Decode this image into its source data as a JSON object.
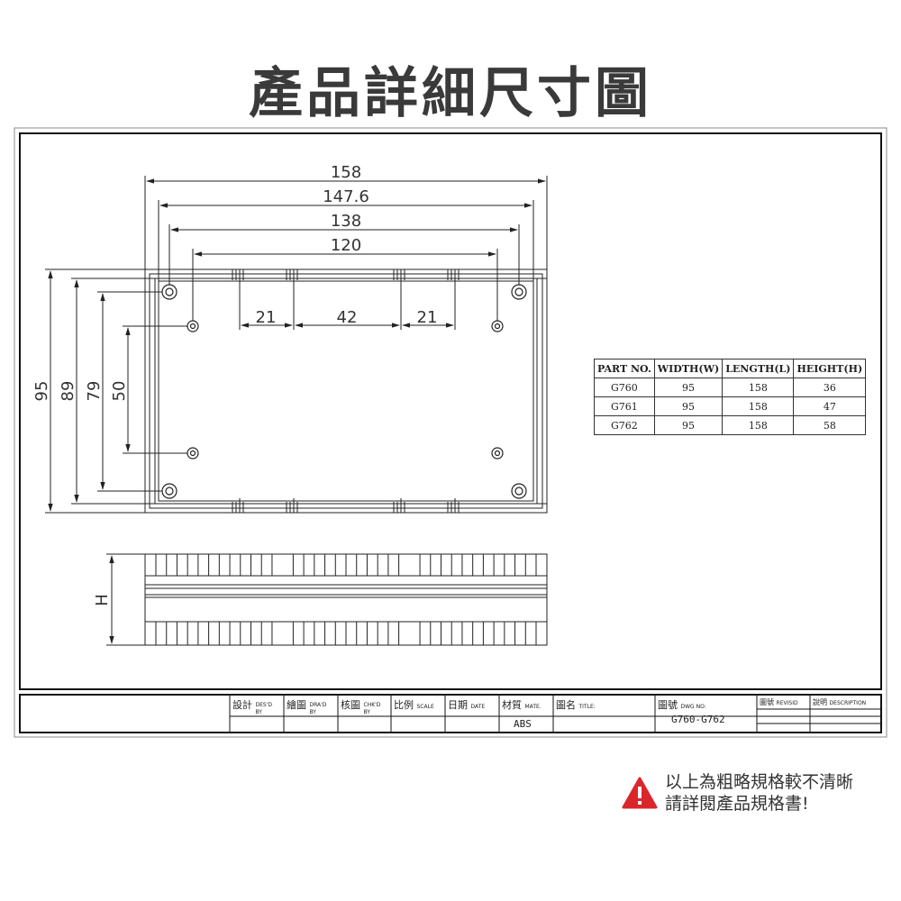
{
  "title": "產品詳細尺寸圖",
  "dimensions": {
    "overall_width": "158",
    "width_147": "147.6",
    "width_138": "138",
    "width_120": "120",
    "slot_left": "21",
    "slot_mid": "42",
    "slot_right": "21",
    "height_95": "95",
    "height_89": "89",
    "height_79": "79",
    "height_50": "50",
    "side_height": "H"
  },
  "spec_table": {
    "headers": [
      "PART NO.",
      "WIDTH(W)",
      "LENGTH(L)",
      "HEIGHT(H)"
    ],
    "rows": [
      [
        "G760",
        "95",
        "158",
        "36"
      ],
      [
        "G761",
        "95",
        "158",
        "47"
      ],
      [
        "G762",
        "95",
        "158",
        "58"
      ]
    ]
  },
  "title_block": {
    "designed_zh": "設計",
    "designed_en_1": "DES'D",
    "designed_en_2": "BY",
    "drawn_zh": "繪圖",
    "drawn_en_1": "DRA'D",
    "drawn_en_2": "BY",
    "checked_zh": "核圖",
    "checked_en_1": "CHK'D",
    "checked_en_2": "BY",
    "scale_zh": "比例",
    "scale_en": "SCALE",
    "date_zh": "日期",
    "date_en": "DATE",
    "material_zh": "材質",
    "material_en": "MATE.",
    "material_value": "ABS",
    "title_zh": "圖名",
    "title_en": "TITLE:",
    "dwg_zh": "圖號",
    "dwg_en": "DWG NO:",
    "dwg_value": "G760-G762",
    "revision_zh": "圖號",
    "revision_en": "REVISID",
    "description_zh": "說明",
    "description_en": "DESCRIPTION"
  },
  "warning": {
    "icon": "warning-triangle-icon",
    "line1": "以上為粗略規格較不清晰",
    "line2": "請詳閱產品規格書!",
    "icon_color": "#d9262c"
  }
}
